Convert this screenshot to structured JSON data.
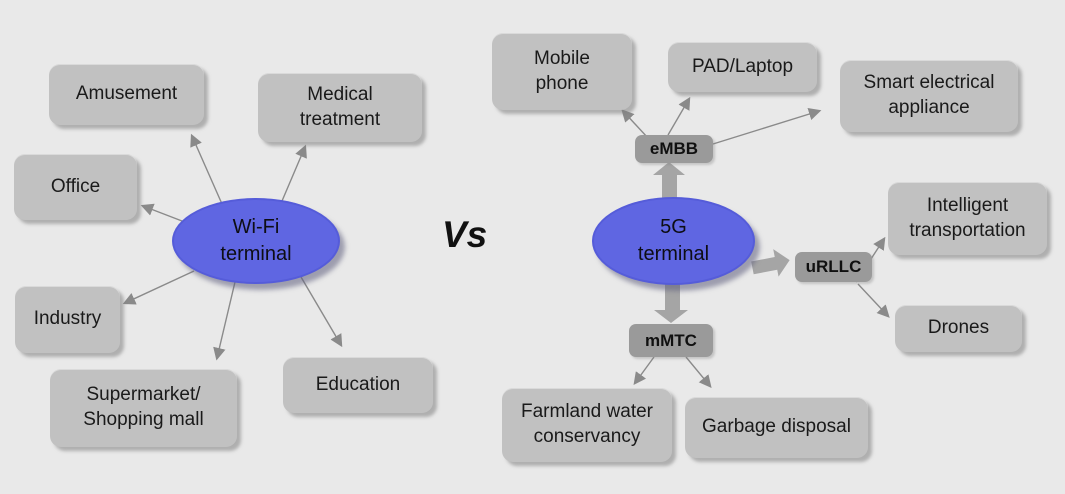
{
  "colors": {
    "background": "#e9e9e9",
    "node_fill": "#c1c1c1",
    "tag_fill": "#9a9a9a",
    "hub_fill": "#5f66e2",
    "arrow_thin": "#8a8a8a",
    "arrow_block": "#a5a5a5",
    "text": "#1a1a1a"
  },
  "vs_label": "Vs",
  "wifi": {
    "hub_label": "Wi-Fi\nterminal",
    "nodes": {
      "amusement": "Amusement",
      "medical_treatment": "Medical\ntreatment",
      "office": "Office",
      "industry": "Industry",
      "supermarket": "Supermarket/\nShopping mall",
      "education": "Education"
    }
  },
  "five_g": {
    "hub_label": "5G\nterminal",
    "categories": {
      "embb": "eMBB",
      "urllc": "uRLLC",
      "mmtc": "mMTC"
    },
    "nodes": {
      "mobile_phone": "Mobile\nphone",
      "pad_laptop": "PAD/Laptop",
      "smart_electrical_appliance": "Smart electrical\nappliance",
      "intelligent_transportation": "Intelligent\ntransportation",
      "drones": "Drones",
      "farmland_water_conservancy": "Farmland water\nconservancy",
      "garbage_disposal": "Garbage disposal"
    }
  }
}
